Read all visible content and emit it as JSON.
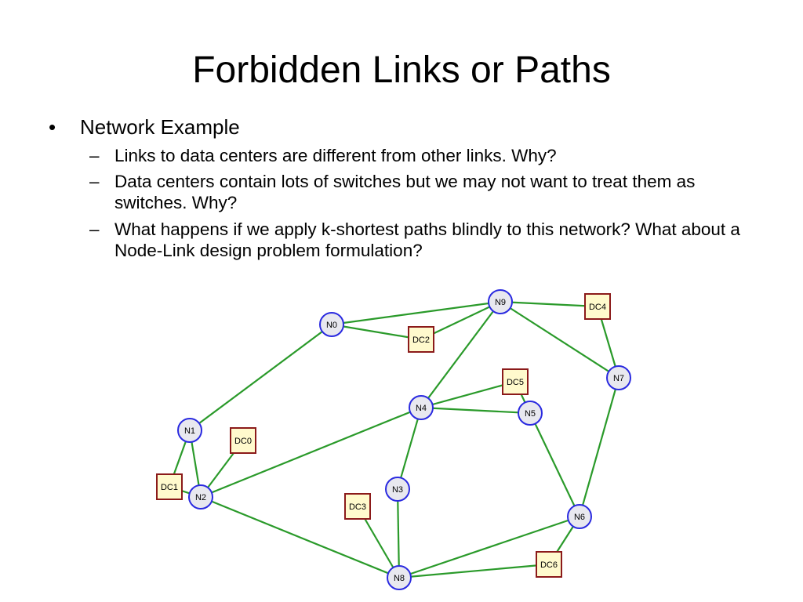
{
  "title": "Forbidden Links or Paths",
  "bullets": {
    "main": "Network Example",
    "subs": [
      "Links to data centers are different from other links. Why?",
      "Data centers contain lots of switches but we may not want to treat them as switches. Why?",
      "What happens if we apply k-shortest paths blindly to this network? What about a Node-Link design problem formulation?"
    ]
  },
  "colors": {
    "edge": "#2a9a2a",
    "switch_fill": "#e8e8ef",
    "switch_stroke": "#2a2ae0",
    "dc_fill": "#fffacd",
    "dc_stroke": "#8b1a1a"
  },
  "graph": {
    "switch_nodes": [
      "N0",
      "N1",
      "N2",
      "N3",
      "N4",
      "N5",
      "N6",
      "N7",
      "N8",
      "N9"
    ],
    "datacenter_nodes": [
      "DC0",
      "DC1",
      "DC2",
      "DC3",
      "DC4",
      "DC5",
      "DC6"
    ],
    "edges": [
      [
        "N0",
        "N9"
      ],
      [
        "N0",
        "DC2"
      ],
      [
        "N0",
        "N1"
      ],
      [
        "N9",
        "DC2"
      ],
      [
        "N9",
        "DC4"
      ],
      [
        "N9",
        "N7"
      ],
      [
        "N9",
        "N4"
      ],
      [
        "DC4",
        "N7"
      ],
      [
        "N7",
        "N6"
      ],
      [
        "N4",
        "DC5"
      ],
      [
        "N4",
        "N5"
      ],
      [
        "N4",
        "N3"
      ],
      [
        "N4",
        "N2"
      ],
      [
        "DC5",
        "N5"
      ],
      [
        "N5",
        "N6"
      ],
      [
        "N1",
        "DC1"
      ],
      [
        "N1",
        "N2"
      ],
      [
        "DC0",
        "N2"
      ],
      [
        "DC1",
        "N2"
      ],
      [
        "N2",
        "N8"
      ],
      [
        "N3",
        "N8"
      ],
      [
        "DC3",
        "N8"
      ],
      [
        "N8",
        "N6"
      ],
      [
        "N8",
        "DC6"
      ],
      [
        "DC6",
        "N6"
      ]
    ]
  }
}
